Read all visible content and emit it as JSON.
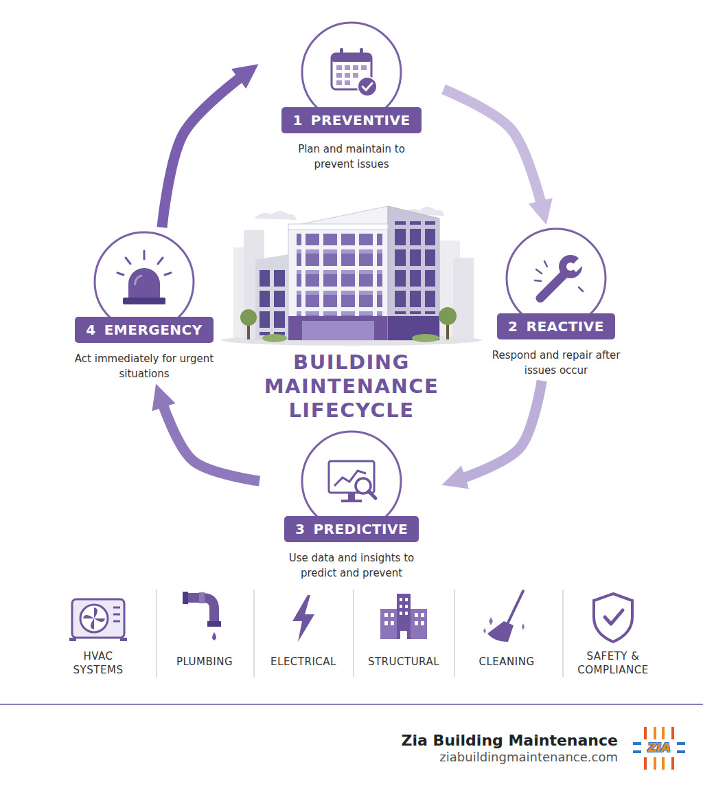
{
  "diagram": {
    "title": "BUILDING MAINTENANCE LIFECYCLE",
    "nodes": [
      {
        "text": [
          "1",
          "PREVENTIVE",
          "Plan and maintain to prevent issues"
        ]
      },
      {
        "text": [
          "2",
          "REACTIVE",
          "Respond and repair after issues occur"
        ]
      },
      {
        "text": [
          "3",
          "PREDICTIVE",
          "Use data and insights to predict and prevent"
        ]
      },
      {
        "text": [
          "4",
          "EMERGENCY",
          "Act immediately for urgent situations"
        ]
      }
    ],
    "edges": [
      {
        "from": 0,
        "to": 1,
        "arrow": "to"
      },
      {
        "from": 1,
        "to": 2,
        "arrow": "to"
      },
      {
        "from": 2,
        "to": 3,
        "arrow": "to"
      },
      {
        "from": 3,
        "to": 0,
        "arrow": "to"
      }
    ],
    "labels": [
      "HVAC SYSTEMS",
      "PLUMBING",
      "ELECTRICAL",
      "STRUCTURAL",
      "CLEANING",
      "SAFETY & COMPLIANCE",
      "Zia Building Maintenance",
      "ziabuildingmaintenance.com",
      "ZIA"
    ]
  }
}
